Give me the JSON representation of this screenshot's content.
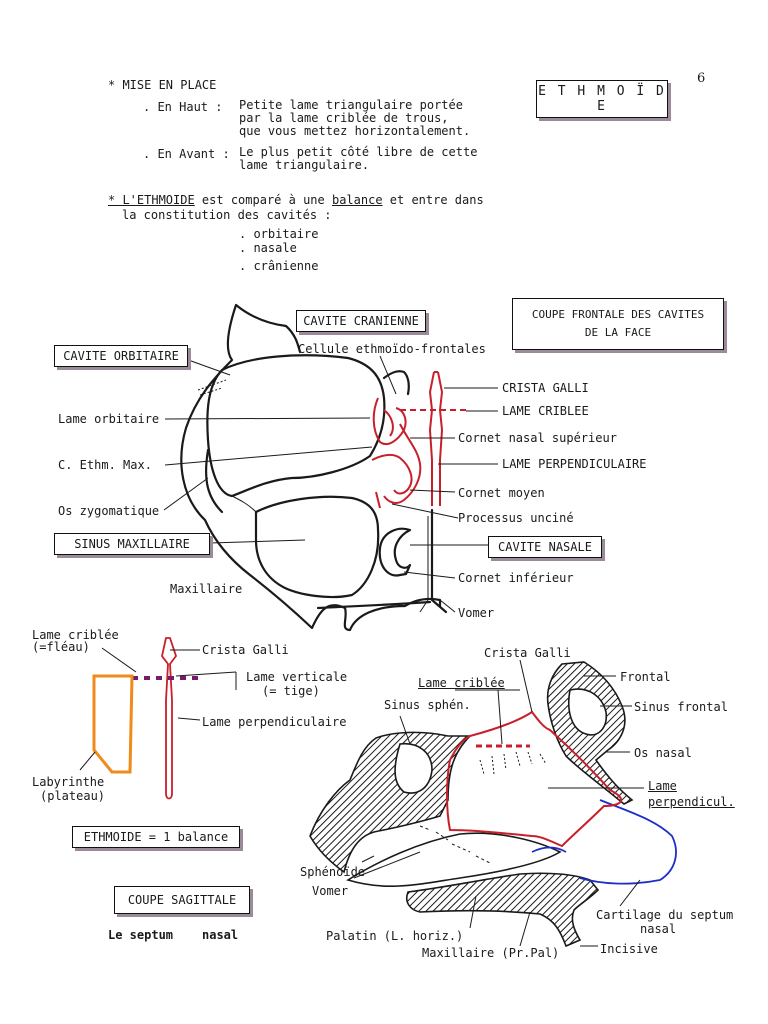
{
  "page_number": "6",
  "title": "E T H M O Ï D E",
  "intro": {
    "placement_heading": "* MISE EN PLACE",
    "top_label": ". En Haut :",
    "top_text": [
      "Petite lame triangulaire portée",
      "par la lame criblée de trous,",
      "que vous mettez horizontalement."
    ],
    "front_label": ". En Avant :",
    "front_text": [
      "Le plus petit côté libre de cette",
      "lame triangulaire."
    ],
    "balance_line1_a": "* L'ETHMOIDE",
    "balance_line1_b": " est comparé à une ",
    "balance_line1_c": "balance",
    "balance_line1_d": " et entre dans",
    "balance_line2": "la constitution des cavités :",
    "cavities": [
      ". orbitaire",
      ". nasale",
      ". crânienne"
    ]
  },
  "frontal_section": {
    "box_title_1": "COUPE FRONTALE DES CAVITES",
    "box_title_2": "DE LA FACE",
    "boxes": {
      "cavite_cranienne": "CAVITE CRANIENNE",
      "cavite_orbitaire": "CAVITE ORBITAIRE",
      "sinus_maxillaire": "SINUS MAXILLAIRE",
      "cavite_nasale": "CAVITE NASALE"
    },
    "labels": {
      "cellule": "Cellule ethmoïdo-frontales",
      "lame_orbitaire": "Lame orbitaire",
      "c_ethm_max": "C. Ethm. Max.",
      "os_zygomatique": "Os zygomatique",
      "maxillaire": "Maxillaire",
      "crista_galli": "CRISTA GALLI",
      "lame_criblee": "LAME CRIBLEE",
      "cornet_superieur": "Cornet nasal supérieur",
      "lame_perpendiculaire": "LAME PERPENDICULAIRE",
      "cornet_moyen": "Cornet moyen",
      "processus_uncine": "Processus unciné",
      "cornet_inferieur": "Cornet inférieur",
      "vomer": "Vomer"
    }
  },
  "balance_diagram": {
    "lame_criblee": "Lame criblée",
    "fleau": "(=fléau)",
    "crista_galli": "Crista Galli",
    "lame_verticale": "Lame verticale",
    "tige": "(= tige)",
    "lame_perpendiculaire": "Lame perpendiculaire",
    "labyrinthe": "Labyrinthe",
    "plateau": "(plateau)",
    "equation": "ETHMOIDE = 1 balance"
  },
  "sagittal_section": {
    "box_title": "COUPE  SAGITTALE",
    "subtitle_a": "Le septum",
    "subtitle_b": "nasal",
    "labels": {
      "crista_galli": "Crista Galli",
      "lame_criblee": "Lame criblée",
      "sinus_sphen": "Sinus sphén.",
      "frontal": "Frontal",
      "sinus_frontal": "Sinus frontal",
      "os_nasal": "Os nasal",
      "lame": "Lame",
      "perpendicul": "perpendicul.",
      "sphenoide": "Sphénoïde",
      "vomer": "Vomer",
      "palatin": "Palatin (L. horiz.)",
      "maxillaire": "Maxillaire (Pr.Pal)",
      "incisive": "Incisive",
      "cartilage_1": "Cartilage du septum",
      "cartilage_2": "nasal"
    }
  },
  "colors": {
    "ink": "#1a1a1a",
    "red": "#c8202a",
    "orange": "#f08a1c",
    "blue": "#1c2ec8",
    "purple": "#7a1a6a"
  }
}
